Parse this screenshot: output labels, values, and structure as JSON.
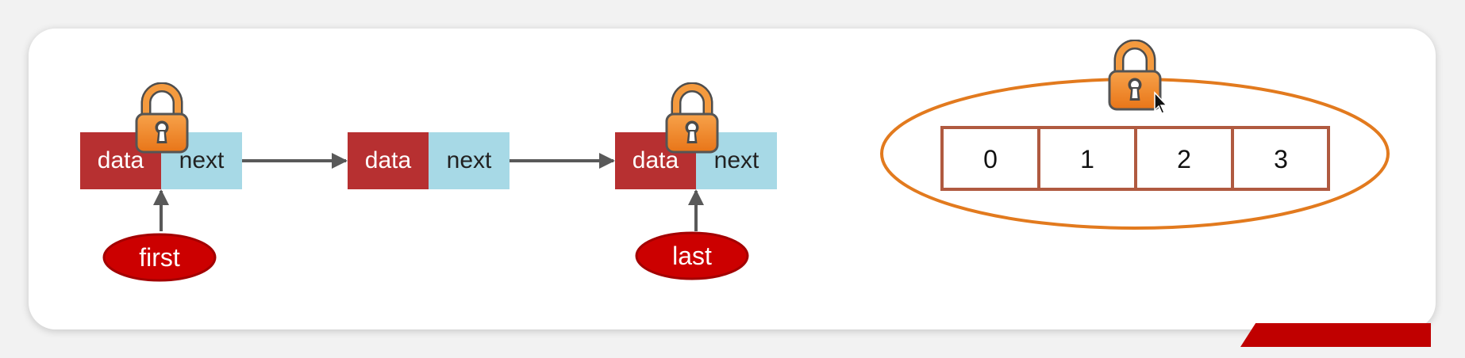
{
  "linked_list": {
    "nodes": [
      {
        "data_label": "data",
        "next_label": "next"
      },
      {
        "data_label": "data",
        "next_label": "next"
      },
      {
        "data_label": "data",
        "next_label": "next"
      }
    ],
    "first_label": "first",
    "last_label": "last"
  },
  "array": {
    "cells": [
      "0",
      "1",
      "2",
      "3"
    ]
  },
  "icons": [
    "lock-icon",
    "mouse-cursor-icon"
  ],
  "colors": {
    "data_cell": "#b73031",
    "next_cell": "#a7d9e6",
    "pointer_ellipse": "#cc0000",
    "lock_body": "#f08a2e",
    "array_border": "#b05a40",
    "array_ellipse": "#e27a1e",
    "arrow": "#595959"
  }
}
